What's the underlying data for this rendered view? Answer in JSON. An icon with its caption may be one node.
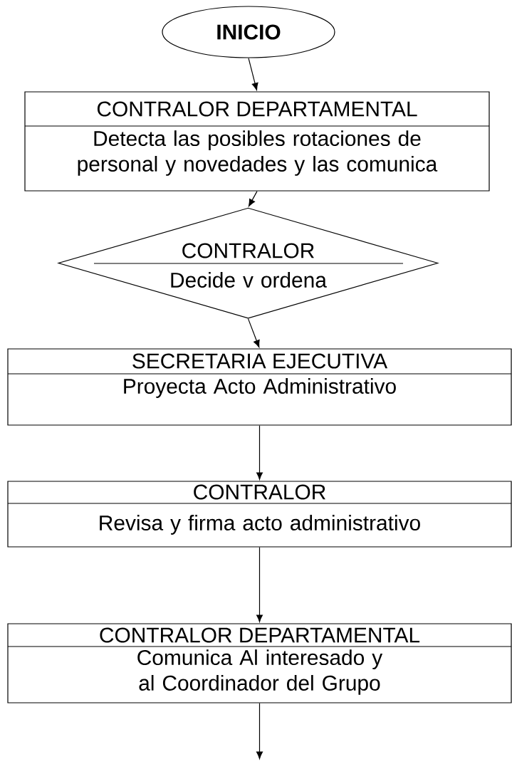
{
  "diagram": {
    "nodes": [
      {
        "text": [
          "INICIO"
        ]
      },
      {
        "text": [
          "CONTRALOR DEPARTAMENTAL",
          "Detecta las posibles rotaciones de personal y novedades y las comunica"
        ]
      },
      {
        "text": [
          "CONTRALOR",
          "Decide v ordena"
        ]
      },
      {
        "text": [
          "SECRETARIA EJECUTIVA",
          "Proyecta Acto Administrativo"
        ]
      },
      {
        "text": [
          "CONTRALOR",
          "Revisa y firma acto administrativo"
        ]
      },
      {
        "text": [
          "CONTRALOR DEPARTAMENTAL",
          "Comunica Al interesado y al Coordinador del Grupo"
        ]
      }
    ],
    "edges": [
      {
        "from": 0,
        "to": 1,
        "arrow": "to"
      },
      {
        "from": 1,
        "to": 2,
        "arrow": "to"
      },
      {
        "from": 2,
        "to": 3,
        "arrow": "to"
      },
      {
        "from": 3,
        "to": 4,
        "arrow": "to"
      },
      {
        "from": 4,
        "to": 5,
        "arrow": "to"
      },
      {
        "from": 5,
        "to": null,
        "arrow": "to"
      }
    ]
  }
}
